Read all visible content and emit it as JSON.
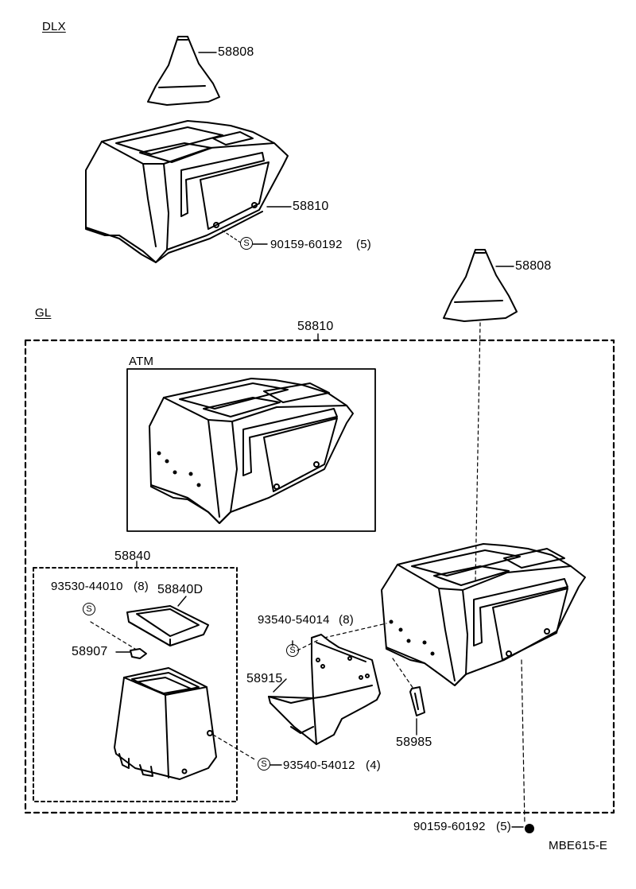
{
  "sections": {
    "dlx": "DLX",
    "gl": "GL",
    "atm": "ATM"
  },
  "parts": {
    "boot_dlx": "58808",
    "console_dlx": "58810",
    "screw_dlx": "90159-60192",
    "screw_dlx_qty": "(5)",
    "boot_gl": "58808",
    "console_gl": "58810",
    "box_group": "58840",
    "screw_box_top": "93530-44010",
    "screw_box_top_qty": "(8)",
    "box_lid": "58840D",
    "clip": "58907",
    "screw_tray": "93540-54014",
    "screw_tray_qty": "(8)",
    "tray": "58915",
    "bracket": "58985",
    "screw_box_side": "93540-54012",
    "screw_box_side_qty": "(4)",
    "screw_gl": "90159-60192",
    "screw_gl_qty": "(5)"
  },
  "symbol": "S",
  "drawing_code": "MBE615-E"
}
